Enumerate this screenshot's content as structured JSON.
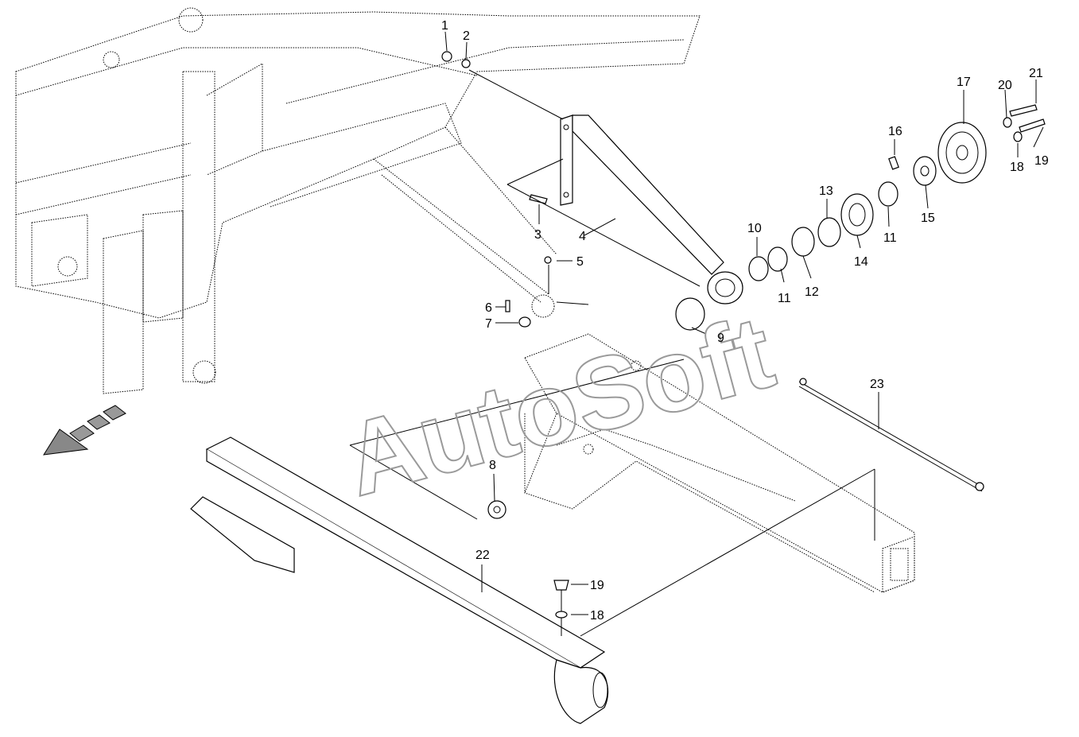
{
  "diagram": {
    "watermark": "AutoSoft",
    "callouts": [
      {
        "id": "c1",
        "label": "1"
      },
      {
        "id": "c2",
        "label": "2"
      },
      {
        "id": "c3",
        "label": "3"
      },
      {
        "id": "c4",
        "label": "4"
      },
      {
        "id": "c5",
        "label": "5"
      },
      {
        "id": "c6",
        "label": "6"
      },
      {
        "id": "c7",
        "label": "7"
      },
      {
        "id": "c8",
        "label": "8"
      },
      {
        "id": "c9",
        "label": "9"
      },
      {
        "id": "c10",
        "label": "10"
      },
      {
        "id": "c11a",
        "label": "11"
      },
      {
        "id": "c11b",
        "label": "11"
      },
      {
        "id": "c12",
        "label": "12"
      },
      {
        "id": "c13",
        "label": "13"
      },
      {
        "id": "c14",
        "label": "14"
      },
      {
        "id": "c15",
        "label": "15"
      },
      {
        "id": "c16",
        "label": "16"
      },
      {
        "id": "c17",
        "label": "17"
      },
      {
        "id": "c18a",
        "label": "18"
      },
      {
        "id": "c18b",
        "label": "18"
      },
      {
        "id": "c19a",
        "label": "19"
      },
      {
        "id": "c19b",
        "label": "19"
      },
      {
        "id": "c20",
        "label": "20"
      },
      {
        "id": "c21",
        "label": "21"
      },
      {
        "id": "c22",
        "label": "22"
      },
      {
        "id": "c23",
        "label": "23"
      }
    ]
  }
}
